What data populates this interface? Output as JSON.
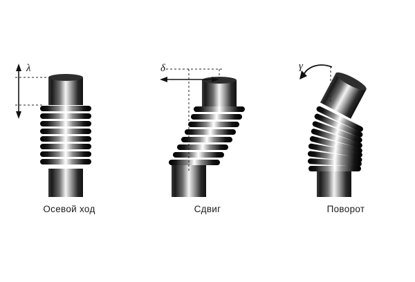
{
  "figure": {
    "title": "",
    "background_color": "#ffffff",
    "panels": [
      {
        "id": "axial",
        "caption": "Осевой ход",
        "symbol": "λ",
        "symbol_name": "lambda",
        "description": "bellows-compensator-axial-movement",
        "arrow": "vertical-double-arrow"
      },
      {
        "id": "lateral",
        "caption": "Сдвиг",
        "symbol": "δ",
        "symbol_name": "delta",
        "description": "bellows-compensator-lateral-offset",
        "arrow": "horizontal-double-arrow"
      },
      {
        "id": "angular",
        "caption": "Поворот",
        "symbol": "γ",
        "symbol_name": "gamma",
        "description": "bellows-compensator-angular-rotation",
        "arrow": "curved-arrow"
      }
    ],
    "colors": {
      "pipe_dark": "#1c1c1c",
      "pipe_light": "#f2f2f2",
      "line": "#111111",
      "caption_text": "#1a1a1a"
    }
  }
}
